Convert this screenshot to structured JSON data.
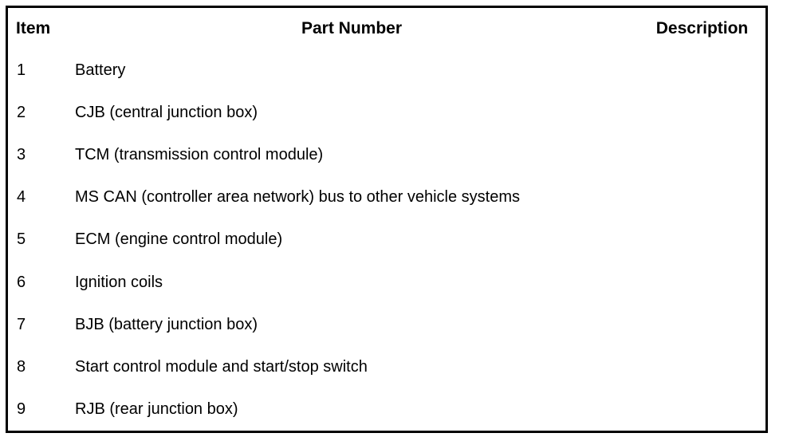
{
  "table": {
    "columns": [
      {
        "key": "item",
        "label": "Item",
        "align": "left"
      },
      {
        "key": "part_number",
        "label": "Part Number",
        "align": "center"
      },
      {
        "key": "description",
        "label": "Description",
        "align": "center"
      }
    ],
    "rows": [
      {
        "item": "1",
        "part_number": "Battery",
        "description": ""
      },
      {
        "item": "2",
        "part_number": "CJB (central junction box)",
        "description": ""
      },
      {
        "item": "3",
        "part_number": "TCM (transmission control module)",
        "description": ""
      },
      {
        "item": "4",
        "part_number": "MS CAN (controller area network) bus to other vehicle systems",
        "description": ""
      },
      {
        "item": "5",
        "part_number": "ECM (engine control module)",
        "description": ""
      },
      {
        "item": "6",
        "part_number": "Ignition coils",
        "description": ""
      },
      {
        "item": "7",
        "part_number": "BJB (battery junction box)",
        "description": ""
      },
      {
        "item": "8",
        "part_number": "Start control module and start/stop switch",
        "description": ""
      },
      {
        "item": "9",
        "part_number": "RJB (rear junction box)",
        "description": ""
      }
    ]
  },
  "style": {
    "border_color": "#000000",
    "text_color": "#000000",
    "background": "#ffffff"
  }
}
